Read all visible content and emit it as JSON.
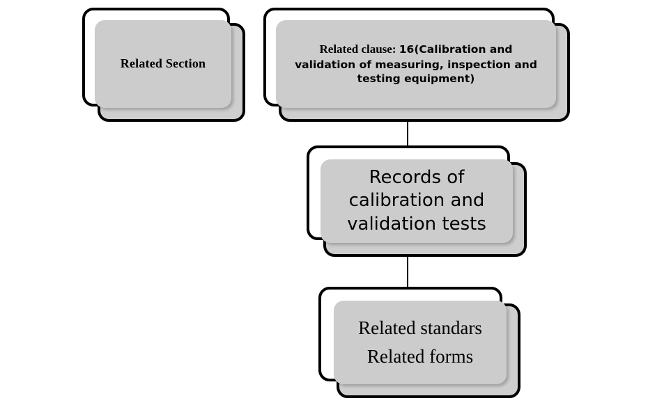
{
  "diagram": {
    "type": "flowchart",
    "background_color": "#ffffff",
    "card_fill_color": "#cecece",
    "card_inner_color": "#cccccc",
    "card_border_color": "#000000",
    "nodes": [
      {
        "id": "related-section",
        "label": "Related Section",
        "lines": [
          "Related Section"
        ]
      },
      {
        "id": "related-clause",
        "label": "Related clause: 16(Calibration and validation of measuring, inspection and testing equipment)",
        "lead": "Related clause: ",
        "lines": [
          "16(Calibration and",
          "validation of measuring,  inspection and",
          "testing equipment)"
        ]
      },
      {
        "id": "records-of-calibration",
        "label": "Records of calibration and validation tests",
        "lines": [
          "Records of",
          "calibration and",
          "validation tests"
        ]
      },
      {
        "id": "related-standards-forms",
        "label": "Related standars Related forms",
        "lines": [
          "Related standars",
          "Related forms"
        ]
      }
    ],
    "connectors": [
      {
        "id": "clause-to-records",
        "from": "related-clause",
        "to": "records-of-calibration"
      },
      {
        "id": "records-to-standards",
        "from": "records-of-calibration",
        "to": "related-standards-forms"
      }
    ]
  }
}
